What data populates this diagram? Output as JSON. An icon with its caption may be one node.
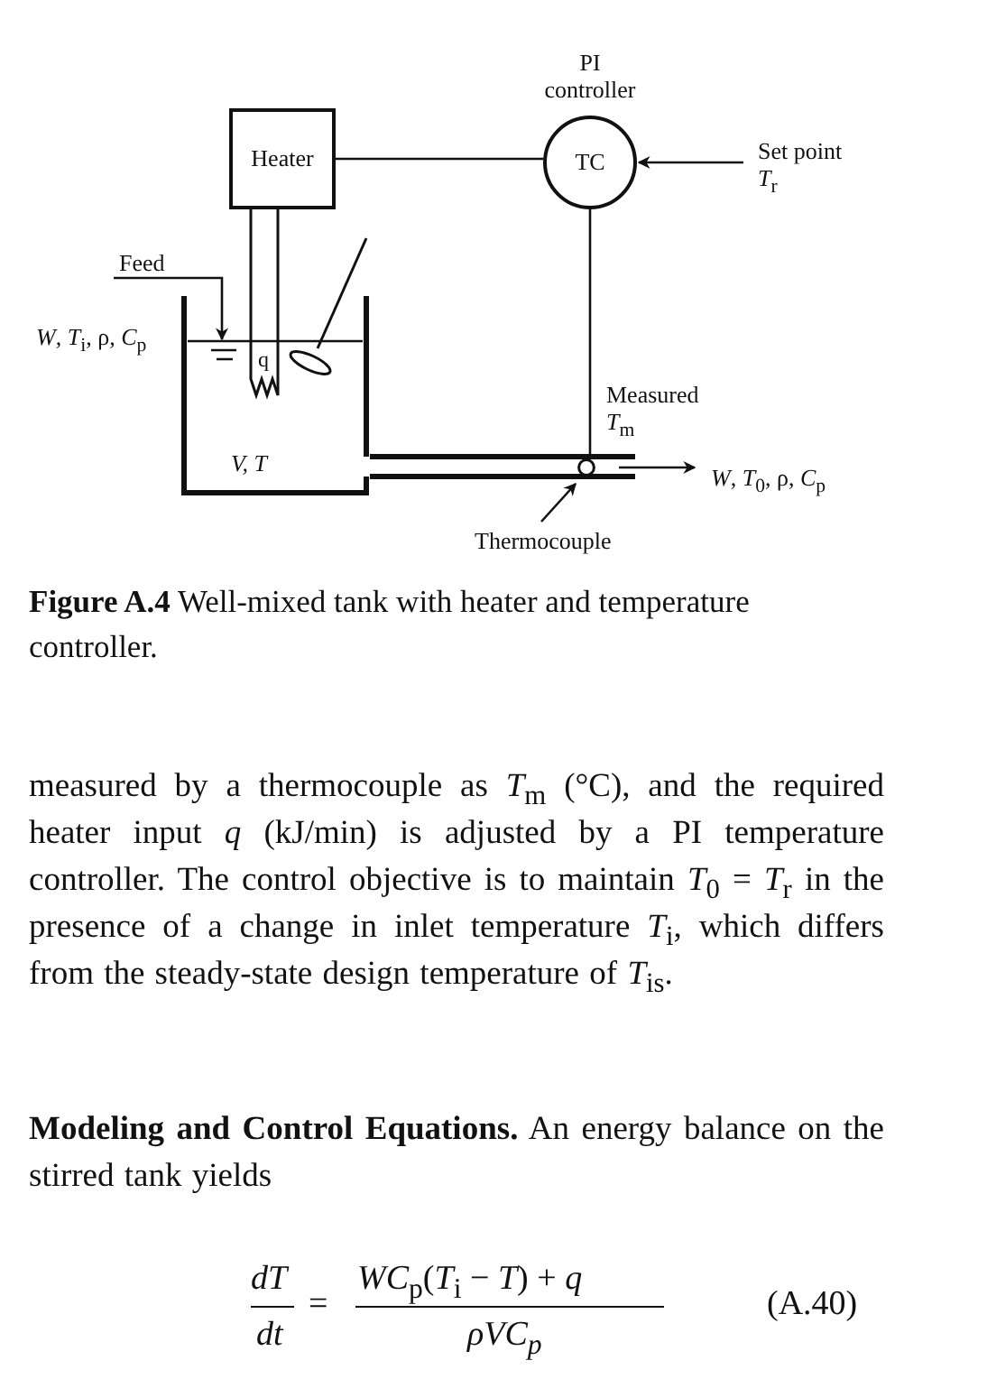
{
  "diagram": {
    "caption": "**Figure A.4** Well-mixed tank with heater and temperature controller.",
    "nodes": [
      {
        "text": [
          "Heater"
        ]
      },
      {
        "text": [
          "TC"
        ],
        "beside": [
          "PI controller"
        ]
      },
      {
        "text": [
          "Set point *T*$_{r}$"
        ]
      },
      {
        "text": [
          "Feed"
        ],
        "beside": [
          "*W*, *T*$_{i}$, ρ, *C*$_{p}$"
        ]
      },
      {
        "text": [
          "V, T"
        ]
      },
      {
        "text": [
          "Thermocouple"
        ]
      },
      {
        "text": [],
        "shape": "circle"
      },
      {
        "text": [
          "*W*, *T*$_{0}$, ρ, *C*$_{p}$"
        ]
      }
    ],
    "edges": [
      {
        "from": 0,
        "to": 1,
        "arrow": "none"
      },
      {
        "from": 2,
        "to": 1,
        "arrow": "to"
      },
      {
        "from": 1,
        "to": 6,
        "arrow": "none",
        "label": "Measured *T*$_{m}$"
      },
      {
        "from": 3,
        "to": 4,
        "arrow": "to"
      },
      {
        "from": 5,
        "to": 6,
        "arrow": "to"
      },
      {
        "from": null,
        "to": 7,
        "arrow": "to"
      }
    ],
    "labels": [
      "q",
      "measured by a thermocouple as *T*$_{m}$ (°C), and the required heater input *q* (kJ/min) is adjusted by a PI temperature controller. The control objective is to maintain *T*$_{0}$ = *T*$_{r}$ in the presence of a change in inlet temperature *T*$_{i}$, which differs from the steady-state design temperature of *T*$_{is}$.",
      "**Modeling and Control Equations.** An energy balance on the stirred tank yields",
      "dT",
      "dt",
      "=",
      "*WC*$_{p}$(*T*$_{i}$ − *T*) + *q*",
      "ρVC$_{p}$",
      "(A.40)"
    ]
  }
}
